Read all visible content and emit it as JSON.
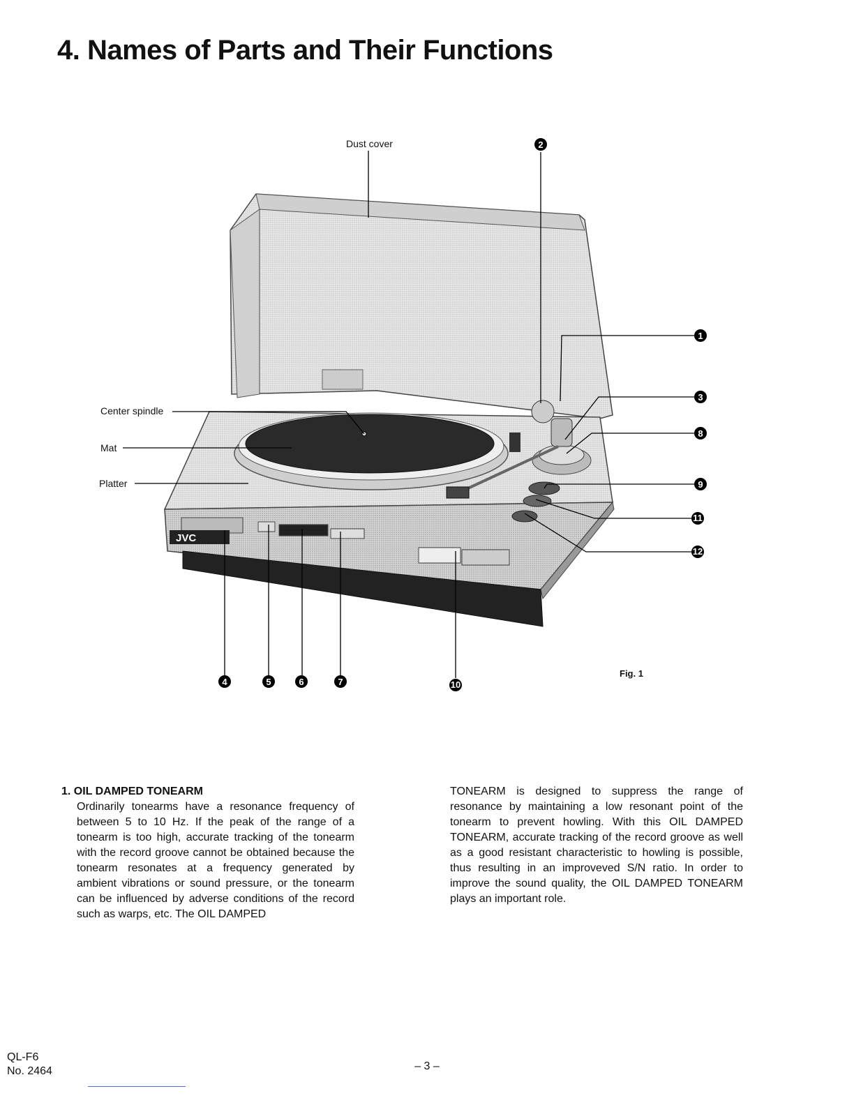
{
  "page": {
    "title": "4. Names of Parts and Their Functions"
  },
  "figure": {
    "caption": "Fig. 1",
    "labels": {
      "dust_cover": "Dust cover",
      "center_spindle": "Center spindle",
      "mat": "Mat",
      "platter": "Platter"
    },
    "callouts": [
      "1",
      "2",
      "3",
      "4",
      "5",
      "6",
      "7",
      "8",
      "9",
      "10",
      "11",
      "12"
    ],
    "brand_logo_text": "JVC"
  },
  "section": {
    "heading": "1. OIL DAMPED TONEARM",
    "left_text": "Ordinarily tonearms have a resonance frequency of between 5 to 10 Hz. If the peak of the range of a tonearm is too high, accurate tracking of the tonearm with the record groove cannot be obtained because the tonearm resonates at a frequency generated by ambient vibrations or sound pressure, or the tonearm can be influenced by adverse conditions of the record such as warps, etc. The OIL DAMPED",
    "right_text": "TONEARM is designed to suppress the range of resonance by maintaining a low resonant point of the tonearm to prevent howling. With this OIL DAMPED TONEARM, accurate tracking of the record groove as well as a good resistant characteristic to howling is possible, thus resulting in an improveved S/N ratio. In order to improve the sound quality, the OIL DAMPED TONEARM plays an important role."
  },
  "footer": {
    "model": "QL-F6",
    "number": "No. 2464",
    "page_number": "– 3 –"
  }
}
